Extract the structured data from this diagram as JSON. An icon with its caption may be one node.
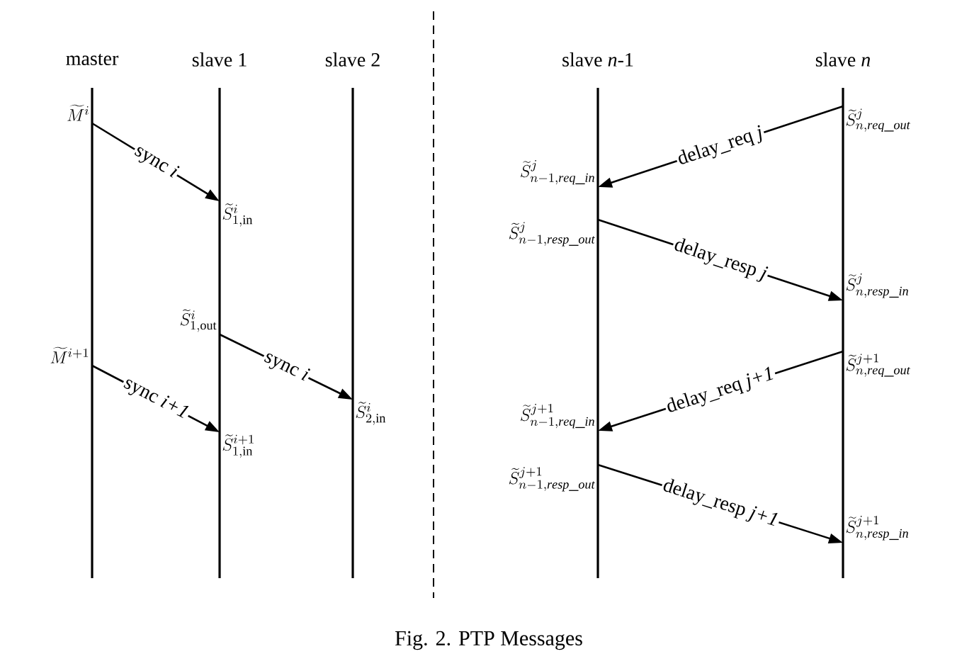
{
  "diagram": {
    "caption": "Fig. 2. PTP Messages",
    "nodes": [
      {
        "text": [
          "master"
        ]
      },
      {
        "text": [
          "slave 1"
        ]
      },
      {
        "text": [
          "slave 2"
        ]
      },
      {
        "text": [
          "slave *n*-1"
        ]
      },
      {
        "text": [
          "slave *n*"
        ]
      },
      {
        "text": [
          "\\widetilde{M}^{i}"
        ]
      },
      {
        "text": [
          "\\widetilde{S}^{i}_{1,\\mathrm{in}}"
        ]
      },
      {
        "text": [
          "\\widetilde{S}^{i}_{1,\\mathrm{out}}"
        ]
      },
      {
        "text": [
          "\\widetilde{M}^{i+1}"
        ]
      },
      {
        "text": [
          "\\widetilde{S}^{i}_{2,\\mathrm{in}}"
        ]
      },
      {
        "text": [
          "\\widetilde{S}^{i+1}_{1,\\mathrm{in}}"
        ]
      },
      {
        "text": [
          "\\widetilde{S}^{j}_{n,\\mathit{req\\_out}}"
        ]
      },
      {
        "text": [
          "\\widetilde{S}^{j}_{n-1,\\mathit{req\\_in}}"
        ]
      },
      {
        "text": [
          "\\widetilde{S}^{j}_{n-1,\\mathit{resp\\_out}}"
        ]
      },
      {
        "text": [
          "\\widetilde{S}^{j}_{n,\\mathit{resp\\_in}}"
        ]
      },
      {
        "text": [
          "\\widetilde{S}^{j+1}_{n,\\mathit{req\\_out}}"
        ]
      },
      {
        "text": [
          "\\widetilde{S}^{j+1}_{n-1,\\mathit{req\\_in}}"
        ]
      },
      {
        "text": [
          "\\widetilde{S}^{j+1}_{n-1,\\mathit{resp\\_out}}"
        ]
      },
      {
        "text": [
          "\\widetilde{S}^{j+1}_{n,\\mathit{resp\\_in}}"
        ]
      }
    ],
    "edges": [
      {
        "from": 5,
        "to": 6,
        "arrow": "to",
        "label": "sync *i*"
      },
      {
        "from": 7,
        "to": 9,
        "arrow": "to",
        "label": "sync *i*"
      },
      {
        "from": 8,
        "to": 10,
        "arrow": "to",
        "label": "sync *i+1*"
      },
      {
        "from": 11,
        "to": 12,
        "arrow": "to",
        "label": "delay_req *j*"
      },
      {
        "from": 13,
        "to": 14,
        "arrow": "to",
        "label": "delay_resp *j*"
      },
      {
        "from": 15,
        "to": 16,
        "arrow": "to",
        "label": "delay_req *j+1*"
      },
      {
        "from": 17,
        "to": 18,
        "arrow": "to",
        "label": "delay_resp *j+1*"
      }
    ]
  }
}
